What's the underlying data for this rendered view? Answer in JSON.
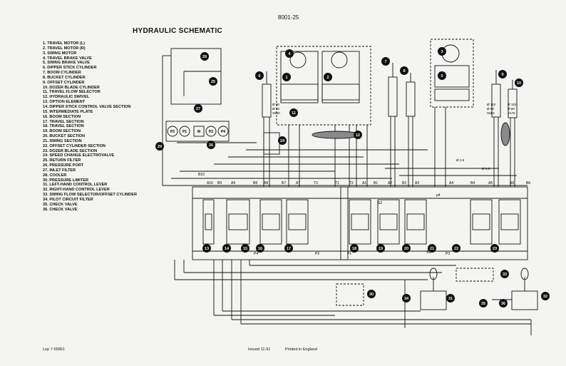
{
  "page_number": "8001-25",
  "title": "HYDRAULIC SCHEMATIC",
  "legend": [
    "1. TRAVEL MOTOR (L)",
    "2. TRAVEL MOTOR (R)",
    "3. SWING MOTOR",
    "4. TRAVEL BRAKE VALVE",
    "5. SWING BRAKE VALVE",
    "6. DIPPER STICK CYLINDER",
    "7. BOOM CYLINDER",
    "8. BUCKET CYLINDER",
    "9. OFFSET CYLINDER",
    "10. DOZER BLADE CYLINDER",
    "11. TRAVEL FLOW SELECTOR",
    "12. HYDRAULIC SWIVEL",
    "13. OPTION ELEMENT",
    "14. DIPPER STICK CONTROL VALVE SECTION",
    "15. INTERMEDIATE PLATE",
    "16. BOOM SECTION",
    "17. TRAVEL SECTION",
    "18. TRAVEL SECTION",
    "19. BOOM SECTION",
    "20. BUCKET SECTION",
    "21. SWING SECTION",
    "22. OFFSET CYLINDER SECTION",
    "23. DOZER BLADE SECTION",
    "24. SPEED CHANGE ELECTROVALVE",
    "25. RETURN FILTER",
    "26. PRESSURE PORT",
    "27. INLET FILTER",
    "28. COOLER",
    "30. PRESSURE LIMITER",
    "31. LEFT-HAND CONTROL LEVER",
    "32. RIGHT-HAND CONTROL LEVER",
    "33. SWING FLOW SELECTOR/OFFSET CYLINDER",
    "34. PILOT CIRCUIT FILTER",
    "35. CHECK VALVE",
    "36. CHECK VALVE"
  ],
  "footer": {
    "ref": "Lep 7-55861",
    "issued": "Issued 11-91",
    "printed": "Printed in England"
  },
  "callouts": [
    "1",
    "2",
    "3",
    "4",
    "5",
    "6",
    "7",
    "8",
    "9",
    "10",
    "11",
    "12",
    "13",
    "14",
    "15",
    "16",
    "17",
    "18",
    "19",
    "20",
    "21",
    "22",
    "23",
    "24",
    "25",
    "26",
    "27",
    "28",
    "29",
    "30",
    "31",
    "32",
    "33",
    "34",
    "35",
    "36"
  ],
  "pump_labels": [
    "P3",
    "P1",
    "M",
    "P2",
    "P4"
  ],
  "port_labels": [
    "B10",
    "A10",
    "B9",
    "A9",
    "B8",
    "A8",
    "B7",
    "A7",
    "T3",
    "T1",
    "T2",
    "A1",
    "B1",
    "A2",
    "B2",
    "A3",
    "A4",
    "B4",
    "A5",
    "A6",
    "B6",
    "P4",
    "P1",
    "P2",
    "P3",
    "S1",
    "S2",
    "p4"
  ],
  "cyl_specs": [
    [
      "Ø 90",
      "Ø 55",
      "S840"
    ],
    [
      "Ø 110",
      "Ø 60",
      "S684"
    ],
    [
      "Ø 110",
      "Ø 60",
      "S175"
    ]
  ],
  "orifice_labels": [
    "Ø 2.5",
    "Ø 5.5"
  ],
  "colors": {
    "ink": "#111111",
    "paper": "#f4f4f2",
    "swivel": "#8a8a8a"
  }
}
